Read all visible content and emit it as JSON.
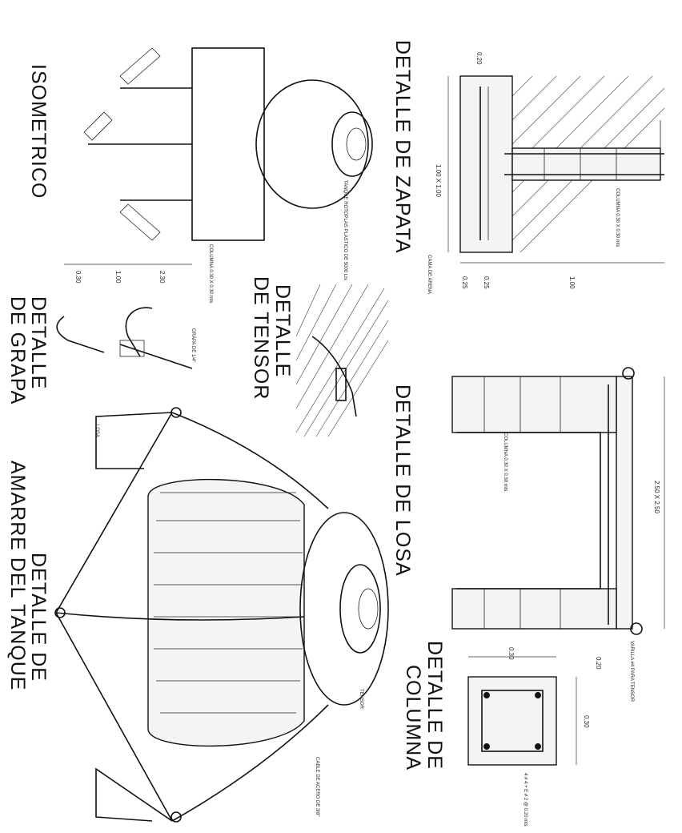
{
  "titles": {
    "zapata": "DETALLE DE ZAPATA",
    "losa": "DETALLE DE LOSA",
    "columna_1": "DETALLE DE",
    "columna_2": "COLUMNA",
    "isometrico": "ISOMETRICO",
    "tensor_1": "DETALLE",
    "tensor_2": "DE TENSOR",
    "grapa_1": "DETALLE",
    "grapa_2": "DE GRAPA",
    "amarre_1": "DETALLE DE",
    "amarre_2": "AMARRE DEL TANQUE"
  },
  "labels": {
    "zapata_size": "1.00 X 1.00",
    "columna_note": "COLUMNA 0.30 X 0.30 mts",
    "cama_arena": "CAMA DE ARENA",
    "losa_size": "2.50 X 2.50",
    "varilla_tensor": "VARILLA #4 PARA TENSOR",
    "tanque": "TANQUE ROTOPLAS PLASTICO DE 5000 Lts",
    "tensor": "TENSOR",
    "cable": "CABLE DE ACERO DE 3/8\"",
    "losa": "LOSA",
    "grapa": "GRAPA DE 1/4\"",
    "estribos": "4 # 4 + E # 2 @ 0.20 mts"
  },
  "dimensions": {
    "z_1": "0.25",
    "z_2": "0.25",
    "z_3": "1.00",
    "z_4": "0.20",
    "l_1": "0.20",
    "c_1": "0.30",
    "c_2": "0.30",
    "i_1": "2.30",
    "i_2": "1.00",
    "i_3": "0.30"
  }
}
